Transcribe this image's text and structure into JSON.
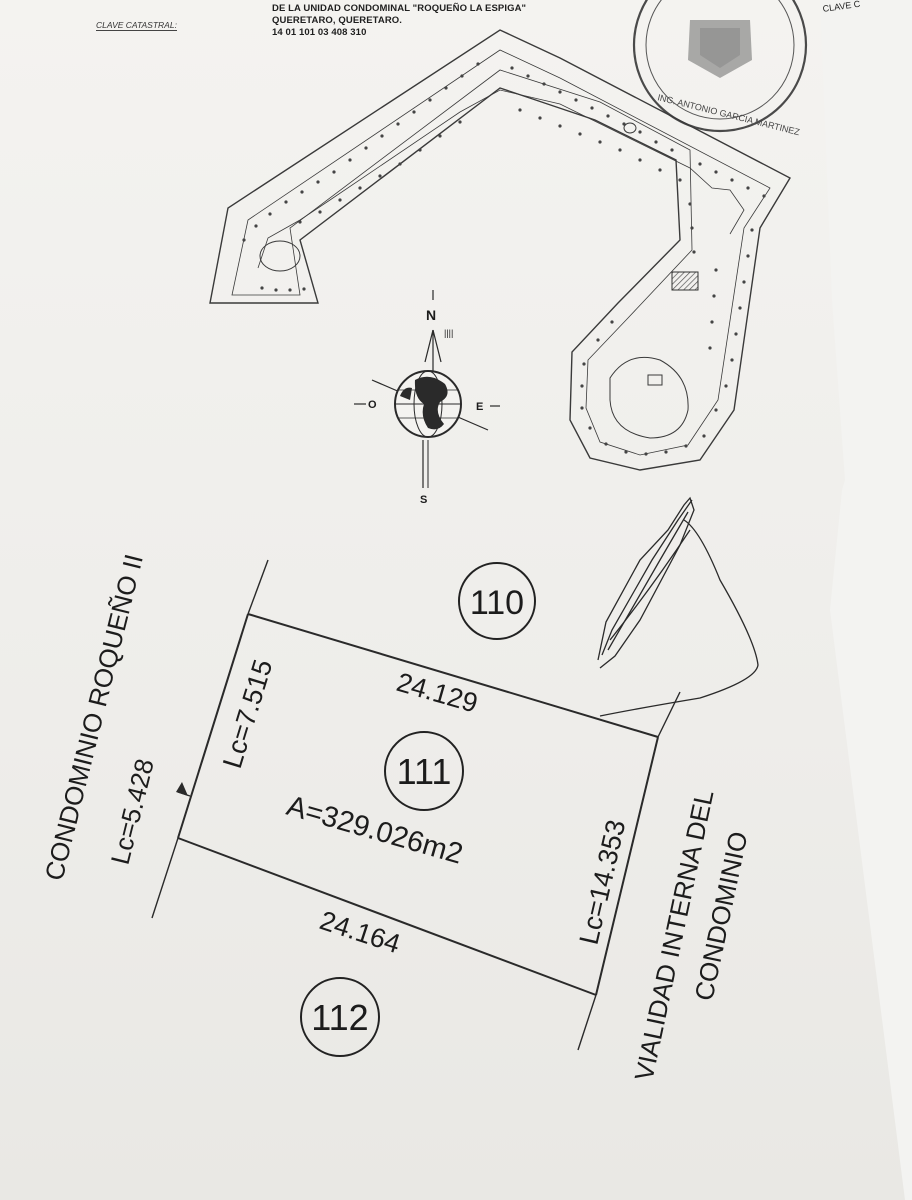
{
  "header": {
    "unit_line": "DE LA UNIDAD CONDOMINAL \"ROQUEÑO LA ESPIGA\"",
    "city_line": "QUERETARO, QUERETARO.",
    "clave_value": "14 01 101 03 408 310",
    "clave_label": "CLAVE CATASTRAL:"
  },
  "stamp": {
    "engineer": "ING. ANTONIO GARCIA MARTINEZ"
  },
  "compass": {
    "north": "N",
    "south": "S",
    "east": "E",
    "west": "O"
  },
  "lots": {
    "north": "110",
    "main": "111",
    "south": "112"
  },
  "measurements": {
    "top_side": "24.129",
    "bottom_side": "24.164",
    "left_side": "Lc=7.515",
    "right_side": "Lc=14.353",
    "left_neighbor": "Lc=5.428",
    "area": "A=329.026m2"
  },
  "boundaries": {
    "west_name": "CONDOMINIO ROQUEÑO II",
    "east_line1": "VIALIDAD INTERNA DEL",
    "east_line2": "CONDOMINIO"
  },
  "colors": {
    "ink": "#1c1c1c",
    "paper": "#f2f1ee",
    "hatch": "#555555"
  }
}
